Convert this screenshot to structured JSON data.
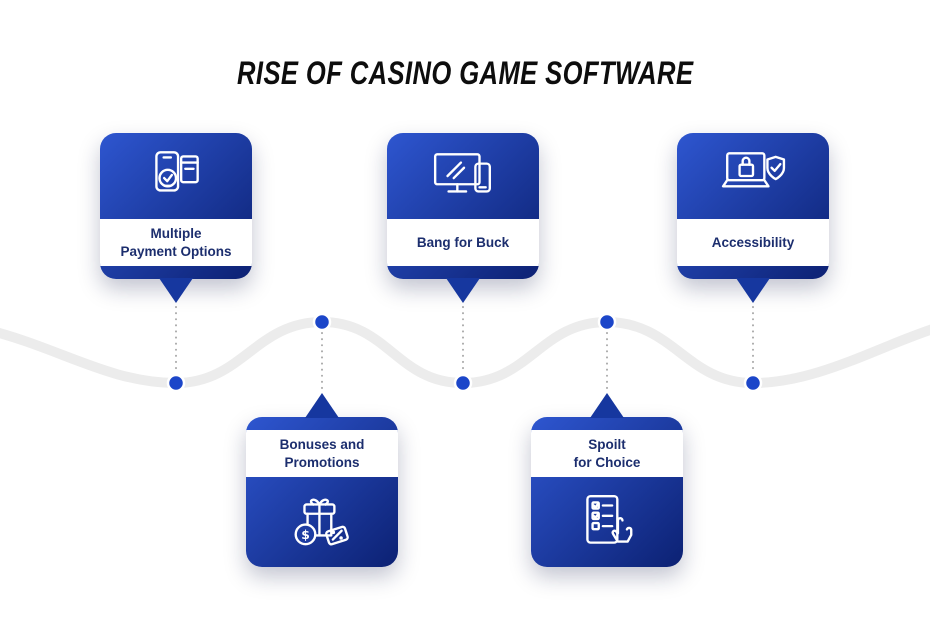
{
  "title": "RISE OF CASINO GAME SOFTWARE",
  "colors": {
    "title_text": "#0d0d0d",
    "card_gradient_start": "#2e56d0",
    "card_gradient_end": "#0c2173",
    "label_text": "#1c2e6e",
    "pointer": "#16379f",
    "timeline": "#ececec",
    "connector": "#a9a9a9",
    "dot": "#1c46c9"
  },
  "cards": [
    {
      "id": "multiple-payment-options",
      "line1": "Multiple",
      "line2": "Payment Options",
      "icon": "payment-devices-icon",
      "row": "top"
    },
    {
      "id": "bonuses-and-promotions",
      "line1": "Bonuses and",
      "line2": "Promotions",
      "icon": "gift-discount-icon",
      "row": "bottom"
    },
    {
      "id": "bang-for-buck",
      "line1": "Bang for Buck",
      "line2": "",
      "icon": "monitor-phone-icon",
      "row": "top"
    },
    {
      "id": "spoilt-for-choice",
      "line1": "Spoilt",
      "line2": "for Choice",
      "icon": "checklist-hand-icon",
      "row": "bottom"
    },
    {
      "id": "accessibility",
      "line1": "Accessibility",
      "line2": "",
      "icon": "secure-laptop-shield-icon",
      "row": "top"
    }
  ]
}
